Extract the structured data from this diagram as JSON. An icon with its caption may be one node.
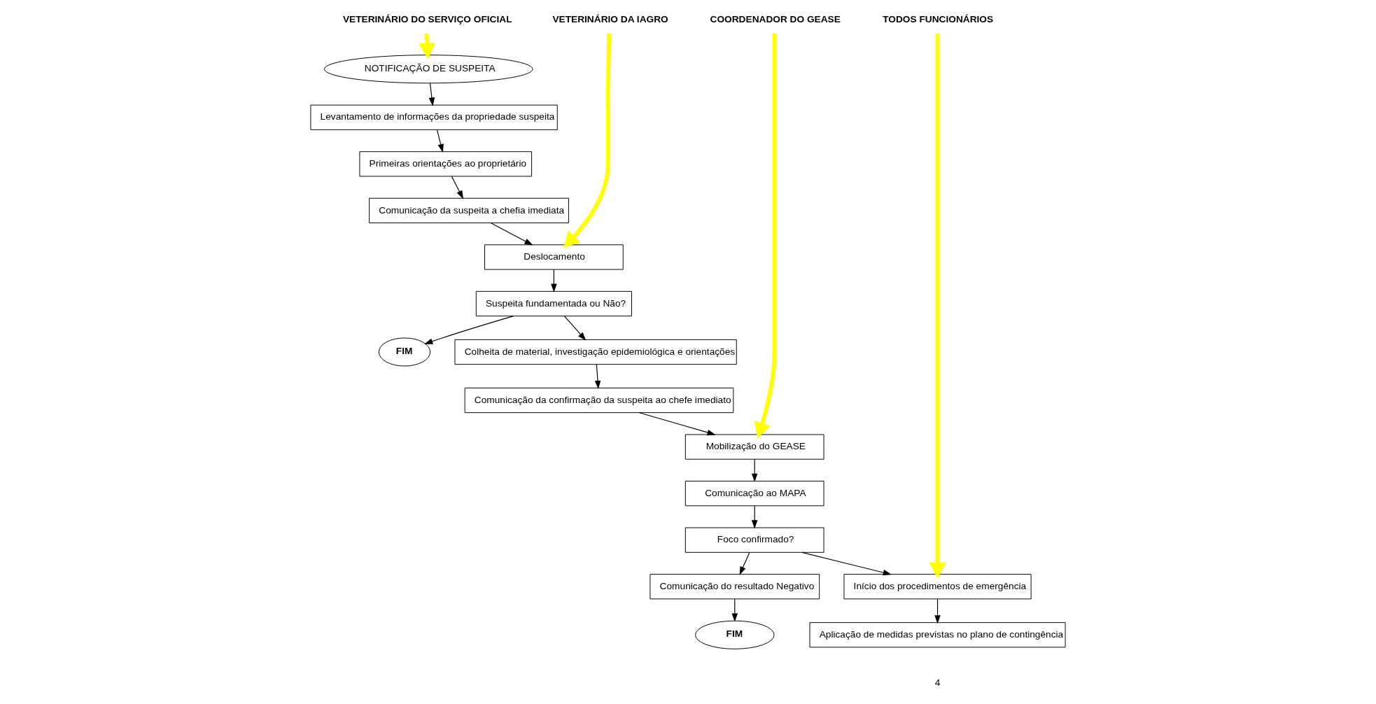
{
  "diagram": {
    "nodes": [
      {
        "text": [
          "VETERINÁRIO DO SERVIÇO OFICIAL"
        ]
      },
      {
        "text": [
          "VETERINÁRIO DA IAGRO"
        ]
      },
      {
        "text": [
          "COORDENADOR DO GEASE"
        ]
      },
      {
        "text": [
          "TODOS FUNCIONÁRIOS"
        ]
      },
      {
        "text": [
          "NOTIFICAÇÃO DE SUSPEITA"
        ]
      },
      {
        "text": [
          "Levantamento de informações da propriedade suspeita"
        ]
      },
      {
        "text": [
          "Primeiras orientações ao proprietário"
        ]
      },
      {
        "text": [
          "Comunicação da suspeita a chefia imediata"
        ]
      },
      {
        "text": [
          "Deslocamento"
        ]
      },
      {
        "text": [
          "Suspeita fundamentada ou Não?"
        ]
      },
      {
        "text": [
          "FIM"
        ]
      },
      {
        "text": [
          "Colheita de material, investigação epidemiológica e orientações"
        ]
      },
      {
        "text": [
          "Comunicação da confirmação da suspeita ao chefe imediato"
        ]
      },
      {
        "text": [
          "Mobilização do GEASE"
        ]
      },
      {
        "text": [
          "Comunicação ao MAPA"
        ]
      },
      {
        "text": [
          "Foco confirmado?"
        ]
      },
      {
        "text": [
          "Comunicação do resultado Negativo"
        ]
      },
      {
        "text": [
          "FIM"
        ]
      },
      {
        "text": [
          "Início dos procedimentos de emergência"
        ]
      },
      {
        "text": [
          "Aplicação de medidas previstas no plano de contingência"
        ]
      }
    ],
    "edges": [
      {
        "from": 0,
        "to": 4,
        "arrow": "to",
        "style": "thick",
        "color": "#ffff00"
      },
      {
        "from": 1,
        "to": 8,
        "arrow": "to",
        "style": "thick",
        "color": "#ffff00"
      },
      {
        "from": 2,
        "to": 13,
        "arrow": "to",
        "style": "thick",
        "color": "#ffff00"
      },
      {
        "from": 3,
        "to": 18,
        "arrow": "to",
        "style": "thick",
        "color": "#ffff00"
      },
      {
        "from": 4,
        "to": 5,
        "arrow": "to"
      },
      {
        "from": 5,
        "to": 6,
        "arrow": "to"
      },
      {
        "from": 6,
        "to": 7,
        "arrow": "to"
      },
      {
        "from": 7,
        "to": 8,
        "arrow": "to"
      },
      {
        "from": 8,
        "to": 9,
        "arrow": "to"
      },
      {
        "from": 9,
        "to": 10,
        "arrow": "to"
      },
      {
        "from": 9,
        "to": 11,
        "arrow": "to"
      },
      {
        "from": 11,
        "to": 12,
        "arrow": "to"
      },
      {
        "from": 12,
        "to": 13,
        "arrow": "to"
      },
      {
        "from": 13,
        "to": 14,
        "arrow": "to"
      },
      {
        "from": 14,
        "to": 15,
        "arrow": "to"
      },
      {
        "from": 15,
        "to": 18,
        "arrow": "to"
      },
      {
        "from": 15,
        "to": 16,
        "arrow": "to"
      },
      {
        "from": 16,
        "to": 17,
        "arrow": "to"
      },
      {
        "from": 18,
        "to": 19,
        "arrow": "to"
      }
    ],
    "labels": [
      "4"
    ]
  }
}
